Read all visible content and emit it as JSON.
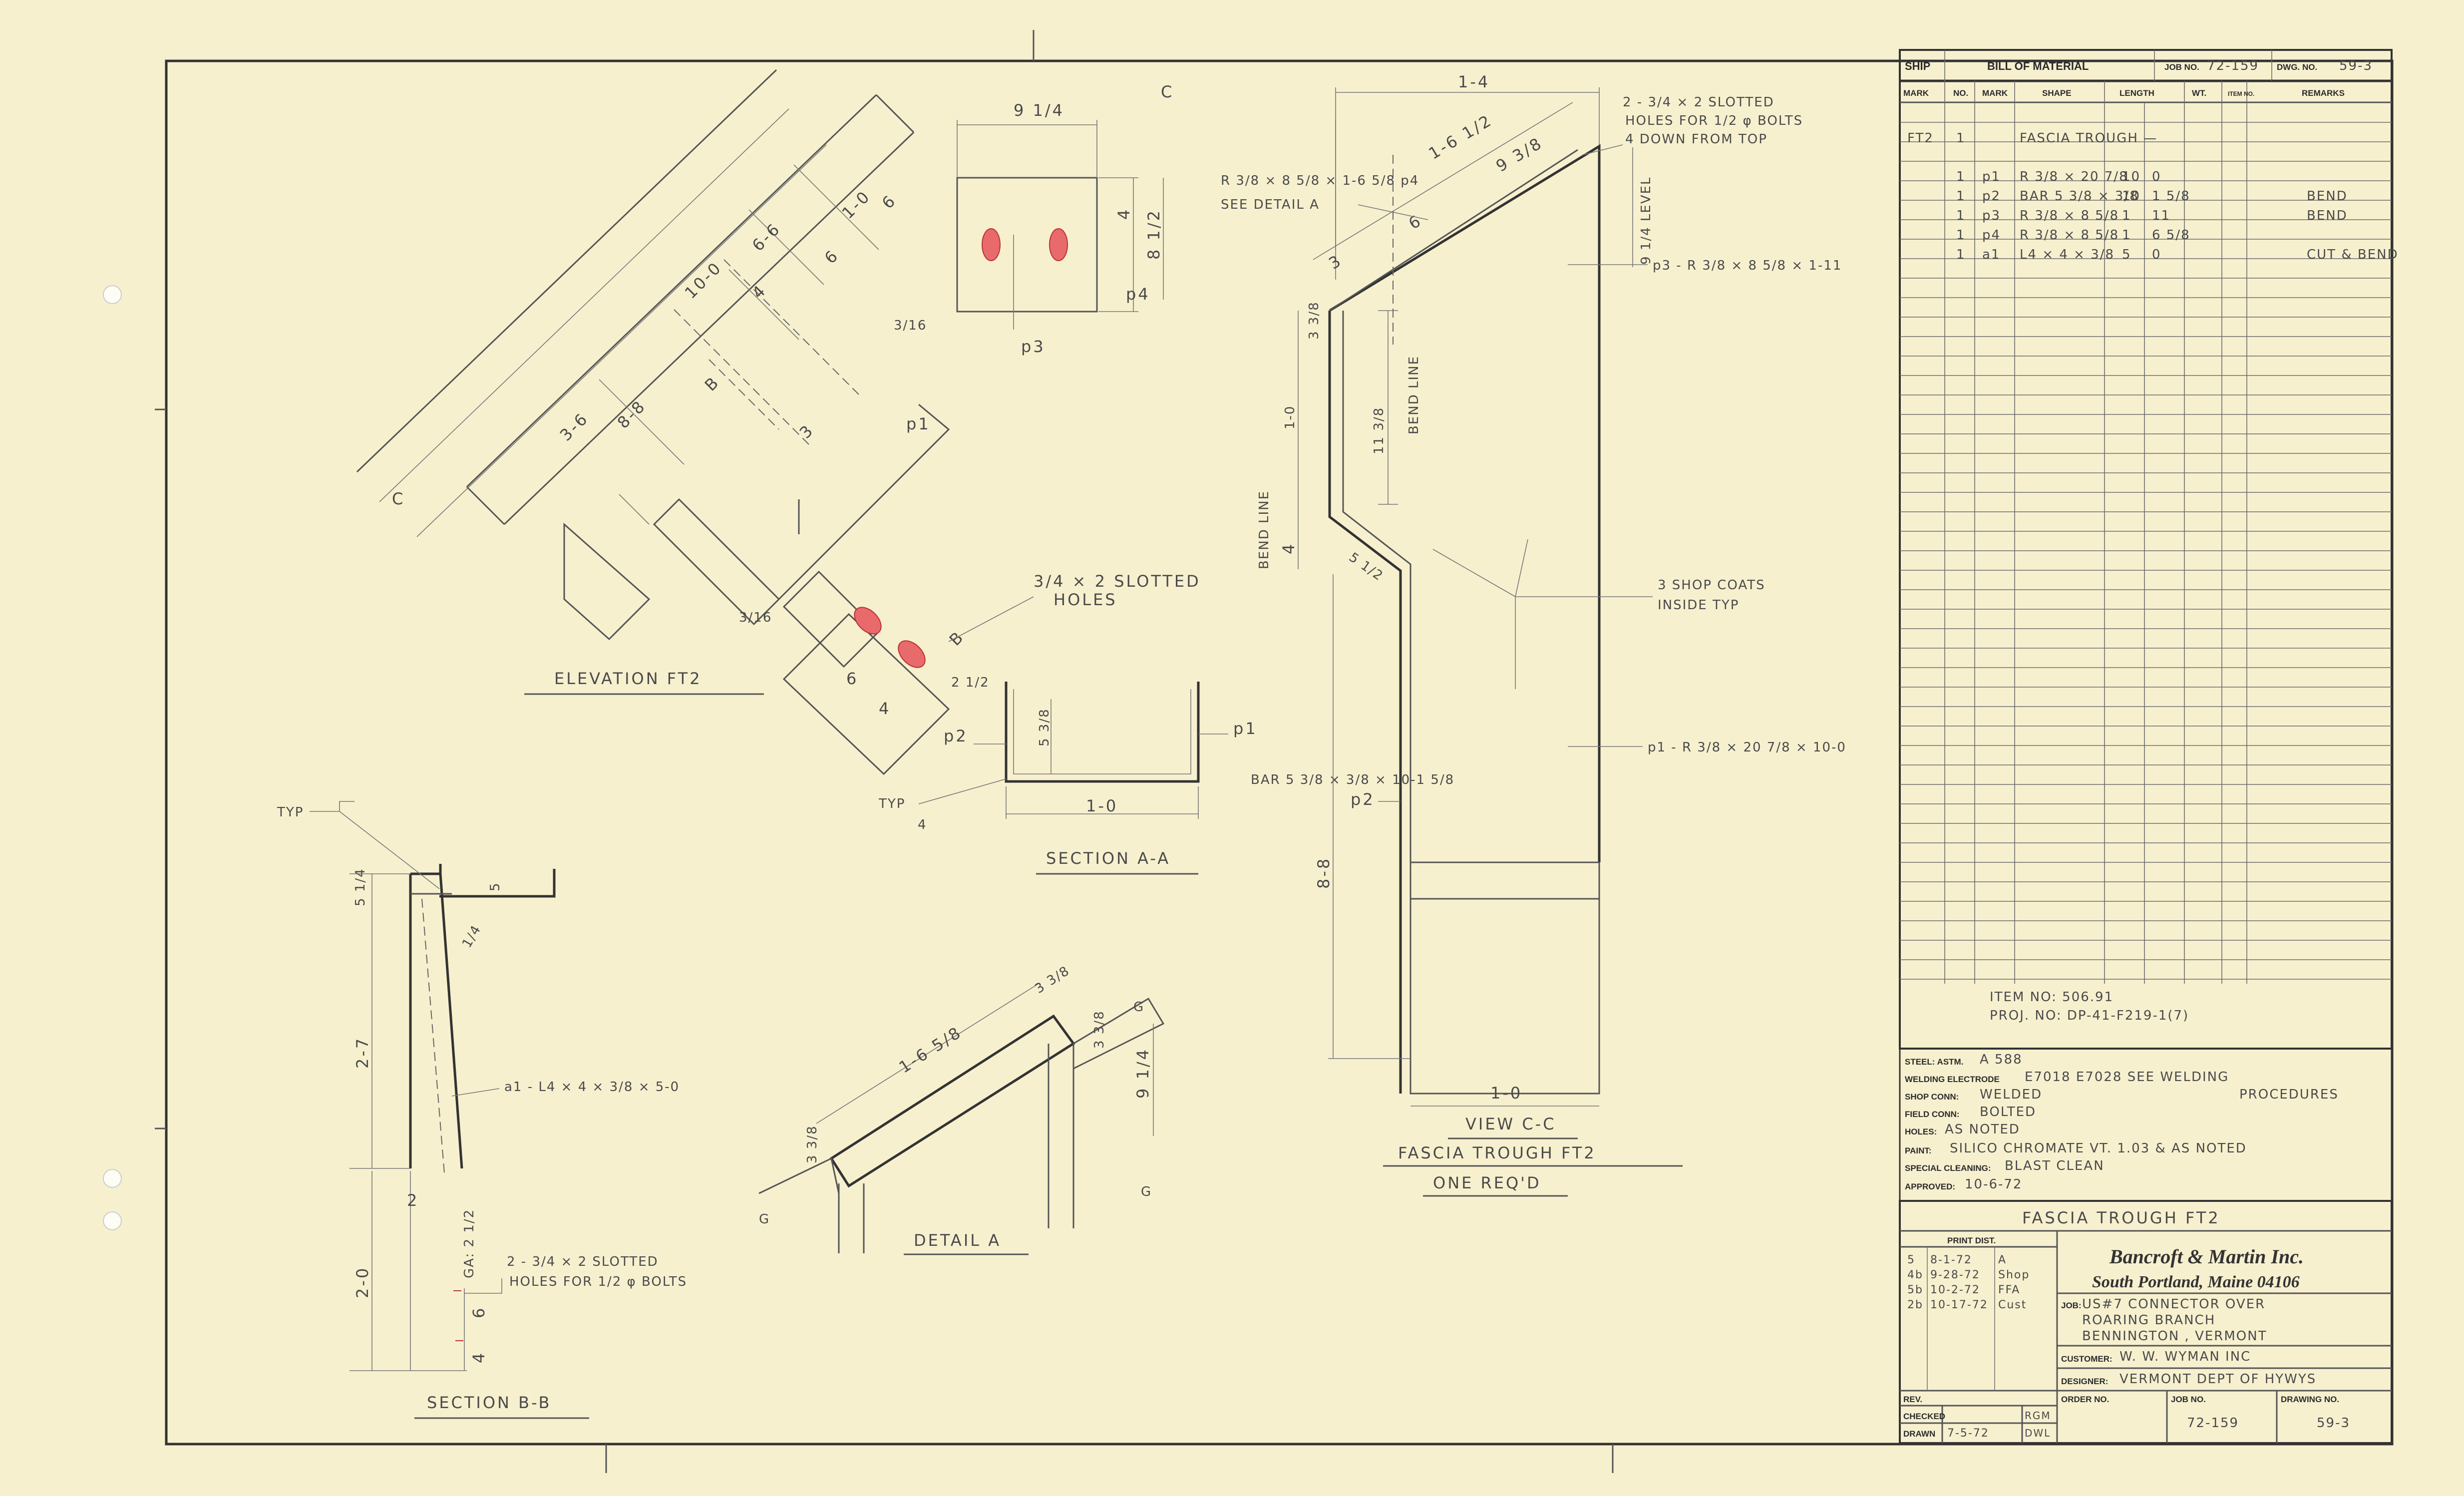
{
  "bom": {
    "headers": {
      "ship": "SHIP",
      "title": "BILL OF MATERIAL",
      "job_no_label": "JOB NO.",
      "job_no": "72-159",
      "dwg_no_label": "DWG. NO.",
      "dwg_no": "59-3"
    },
    "columns": [
      "MARK",
      "NO.",
      "MARK",
      "SHAPE",
      "LENGTH",
      "WT.",
      "ITEM NO.",
      "REMARKS"
    ],
    "rows": [
      {
        "mark": "FT2",
        "no": "1",
        "sub": "",
        "shape": "FASCIA TROUGH —",
        "len1": "",
        "len2": "",
        "remarks": ""
      },
      {
        "mark": "",
        "no": "1",
        "sub": "p1",
        "shape": "R 3/8 × 20 7/8",
        "len1": "10",
        "len2": "0",
        "remarks": ""
      },
      {
        "mark": "",
        "no": "1",
        "sub": "p2",
        "shape": "BAR 5 3/8 × 3/8",
        "len1": "10",
        "len2": "1 5/8",
        "remarks": "BEND"
      },
      {
        "mark": "",
        "no": "1",
        "sub": "p3",
        "shape": "R 3/8 × 8 5/8",
        "len1": "1",
        "len2": "11",
        "remarks": "BEND"
      },
      {
        "mark": "",
        "no": "1",
        "sub": "p4",
        "shape": "R 3/8 × 8 5/8",
        "len1": "1",
        "len2": "6 5/8",
        "remarks": ""
      },
      {
        "mark": "",
        "no": "1",
        "sub": "a1",
        "shape": "L4 × 4 × 3/8",
        "len1": "5",
        "len2": "0",
        "remarks": "CUT & BEND"
      }
    ],
    "item_no": "ITEM NO: 506.91",
    "proj_no": "PROJ. NO: DP-41-F219-1(7)"
  },
  "notes": {
    "steel_label": "STEEL: ASTM.",
    "steel": "A 588",
    "electrode_label": "WELDING ELECTRODE",
    "electrode": "E7018  E7028  SEE WELDING",
    "shop_label": "SHOP CONN:",
    "shop": "WELDED",
    "shop_tail": "PROCEDURES",
    "field_label": "FIELD CONN:",
    "field": "BOLTED",
    "holes_label": "HOLES:",
    "holes": "AS NOTED",
    "paint_label": "PAINT:",
    "paint": "SILICO  CHROMATE  VT. 1.03 & AS NOTED",
    "cleaning_label": "SPECIAL CLEANING:",
    "cleaning": "BLAST  CLEAN",
    "approved_label": "APPROVED:",
    "approved": "10-6-72"
  },
  "title_block": {
    "part_title": "FASCIA  TROUGH  FT2",
    "print_dist_label": "PRINT DIST.",
    "print_dist": [
      {
        "count": "5",
        "date": "8-1-72",
        "to": "A"
      },
      {
        "count": "4b",
        "date": "9-28-72",
        "to": "Shop"
      },
      {
        "count": "5b",
        "date": "10-2-72",
        "to": "FFA"
      },
      {
        "count": "2b",
        "date": "10-17-72",
        "to": "Cust"
      }
    ],
    "company": "Bancroft & Martin Inc.",
    "location": "South Portland, Maine 04106",
    "job_label": "JOB:",
    "job_line1": "US#7  CONNECTOR  OVER",
    "job_line2": "ROARING  BRANCH",
    "job_line3": "BENNINGTON , VERMONT",
    "customer_label": "CUSTOMER:",
    "customer": "W. W. WYMAN  INC",
    "designer_label": "DESIGNER:",
    "designer": "VERMONT  DEPT  OF  HYWYS",
    "order_label": "ORDER NO.",
    "job_no_label": "JOB NO.",
    "job_no": "72-159",
    "drawing_label": "DRAWING NO.",
    "drawing_no": "59-3",
    "rev_label": "REV.",
    "checked_label": "CHECKED",
    "checked_by": "RGM",
    "drawn_label": "DRAWN",
    "drawn_date": "7-5-72",
    "drawn_by": "DWL"
  },
  "views": {
    "elevation": {
      "title": "ELEVATION  FT2",
      "dims": [
        "10-0",
        "6-6",
        "1-0",
        "6",
        "6",
        "4",
        "3-6",
        "8-8",
        "3",
        "9 1/4",
        "4",
        "8 1/2",
        "6",
        "4",
        "2 1/2"
      ],
      "marks": [
        "p1",
        "p3",
        "p4",
        "B",
        "B",
        "C",
        "C",
        "3/16",
        "3/16"
      ],
      "note": "3/4 × 2 SLOTTED",
      "note2": "HOLES"
    },
    "section_aa": {
      "title": "SECTION  A-A",
      "width": "1-0",
      "height": "5 3/8",
      "p1": "p1",
      "p2": "p2",
      "bar_note": "BAR 5 3/8 × 3/8 × 10-1 5/8",
      "typ": "TYP",
      "weld": "4"
    },
    "view_cc": {
      "top_note": "2 - 3/4 × 2  SLOTTED",
      "top_note2": "HOLES  FOR  1/2 φ  BOLTS",
      "top_note3": "4  DOWN  FROM  TOP",
      "dim_top": "1-4",
      "dim_slope": "1-6 1/2",
      "dim_slope2": "9 3/8",
      "dim_6": "6",
      "dim_3": "3",
      "level": "9 1/4 LEVEL",
      "p4_note": "R 3/8 × 8 5/8 × 1-6 5/8 p4",
      "detail_ref": "SEE  DETAIL  A",
      "p3_note": "p3 - R 3/8 × 8 5/8 × 1-11",
      "bend_line": "BEND  LINE",
      "bend_line2": "BEND  LINE",
      "dim_10": "1-0",
      "dim_113": "11 3/8",
      "dim_4": "4",
      "dim_5": "5 1/2",
      "dim_88": "8-8",
      "dim_33": "3 3/8",
      "coat_note": "3  SHOP  COATS",
      "coat_note2": "INSIDE  TYP",
      "p1_note": "p1 - R 3/8 × 20 7/8 × 10-0",
      "p2": "p2",
      "dim_bottom": "1-0",
      "title": "VIEW  C-C",
      "subtitle": "FASCIA  TROUGH  FT2",
      "subtitle2": "ONE  REQ'D"
    },
    "section_bb": {
      "title": "SECTION  B-B",
      "typ": "TYP",
      "dim_54": "5 1/4",
      "dim_5": "5",
      "dim_14": "1/4",
      "dim_27": "2-7",
      "dim_20": "2-0",
      "dim_2": "2",
      "gage": "GA: 2 1/2",
      "dim_6": "6",
      "dim_4": "4",
      "angle_note": "a1 - L4 × 4 × 3/8 × 5-0",
      "hole_note": "2 - 3/4 × 2  SLOTTED",
      "hole_note2": "HOLES  FOR  1/2 φ  BOLTS"
    },
    "detail_a": {
      "title": "DETAIL  A",
      "dim_slope": "1-6 5/8",
      "dim_3": "3 3/8",
      "dim_94": "9 1/4",
      "dim_3b": "3 3/8",
      "dim_left": "3 3/8",
      "g1": "G",
      "g2": "G",
      "g3": "G"
    }
  }
}
